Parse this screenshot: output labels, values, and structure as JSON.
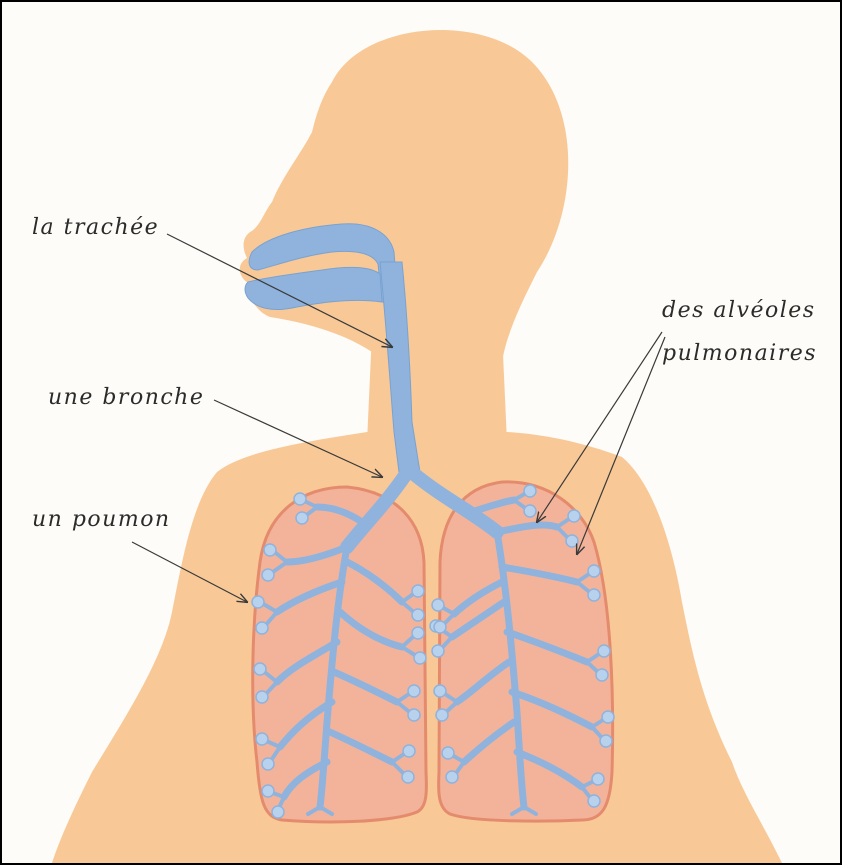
{
  "labels": {
    "trachea": "la trachée",
    "bronchus": "une bronche",
    "lung": "un poumon",
    "alveoli_line1": "des alvéoles",
    "alveoli_line2": "pulmonaires"
  },
  "colors": {
    "skin": "#f8c997",
    "lung_fill": "#f3b39a",
    "lung_outline": "#e58b6d",
    "airway": "#8fb3dd",
    "airway_light": "#b8d1ec",
    "ink": "#2b2b2b"
  }
}
